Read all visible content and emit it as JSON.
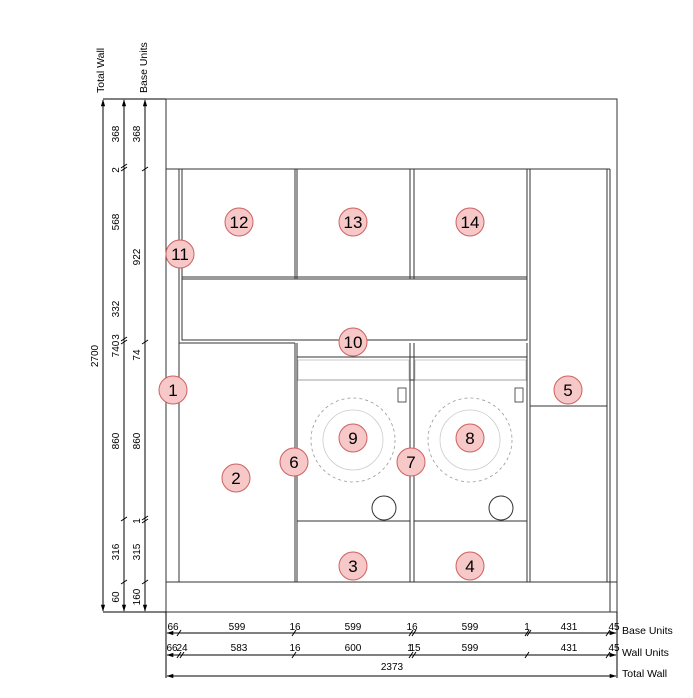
{
  "headers": {
    "total_wall": "Total Wall",
    "base_units": "Base Units",
    "wall_units": "Wall Units"
  },
  "vertical_dims": {
    "total_wall": "2700",
    "wall_units": [
      "60",
      "316",
      "860",
      "74",
      "332",
      "568",
      "2",
      "368"
    ],
    "wall_units_overlap": [
      "740",
      "3"
    ],
    "base_units": [
      "160",
      "315",
      "1",
      "860",
      "74",
      "922",
      "368"
    ]
  },
  "horizontal_dims": {
    "base_units": [
      "66",
      "599",
      "16",
      "599",
      "16",
      "599",
      "1",
      "431",
      "45"
    ],
    "wall_units": [
      "66",
      "24",
      "583",
      "16",
      "600",
      "1",
      "15",
      "599",
      "431",
      "45"
    ],
    "total_wall": "2373"
  },
  "markers": [
    "1",
    "2",
    "3",
    "4",
    "5",
    "6",
    "7",
    "8",
    "9",
    "10",
    "11",
    "12",
    "13",
    "14"
  ],
  "colors": {
    "marker_fill": "#f7c8c8",
    "marker_stroke": "#d06060",
    "line": "#000000",
    "unit_line": "#333333"
  }
}
